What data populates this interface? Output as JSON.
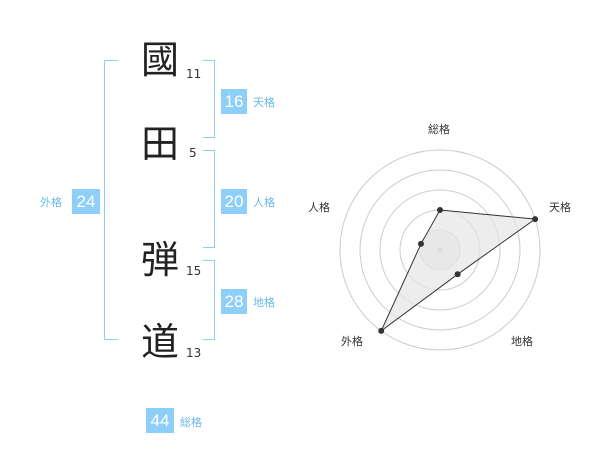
{
  "name": {
    "characters": [
      {
        "char": "國",
        "strokes": "11"
      },
      {
        "char": "田",
        "strokes": "5"
      },
      {
        "char": "弾",
        "strokes": "15"
      },
      {
        "char": "道",
        "strokes": "13"
      }
    ]
  },
  "fortune": {
    "tenkaku": {
      "label": "天格",
      "value": "16"
    },
    "jinkaku": {
      "label": "人格",
      "value": "20"
    },
    "chikaku": {
      "label": "地格",
      "value": "28"
    },
    "gaikaku": {
      "label": "外格",
      "value": "24"
    },
    "soukaku": {
      "label": "総格",
      "value": "44"
    }
  },
  "radar": {
    "axes": [
      "総格",
      "天格",
      "地格",
      "外格",
      "人格"
    ],
    "levels": 5,
    "values": [
      2,
      5,
      1.5,
      5,
      1
    ],
    "colors": {
      "grid": "#cccccc",
      "fill": "#e6e6e6",
      "line": "#333333",
      "point": "#333333"
    }
  },
  "colors": {
    "accent": "#8dcff8",
    "label": "#6ab8ea"
  }
}
